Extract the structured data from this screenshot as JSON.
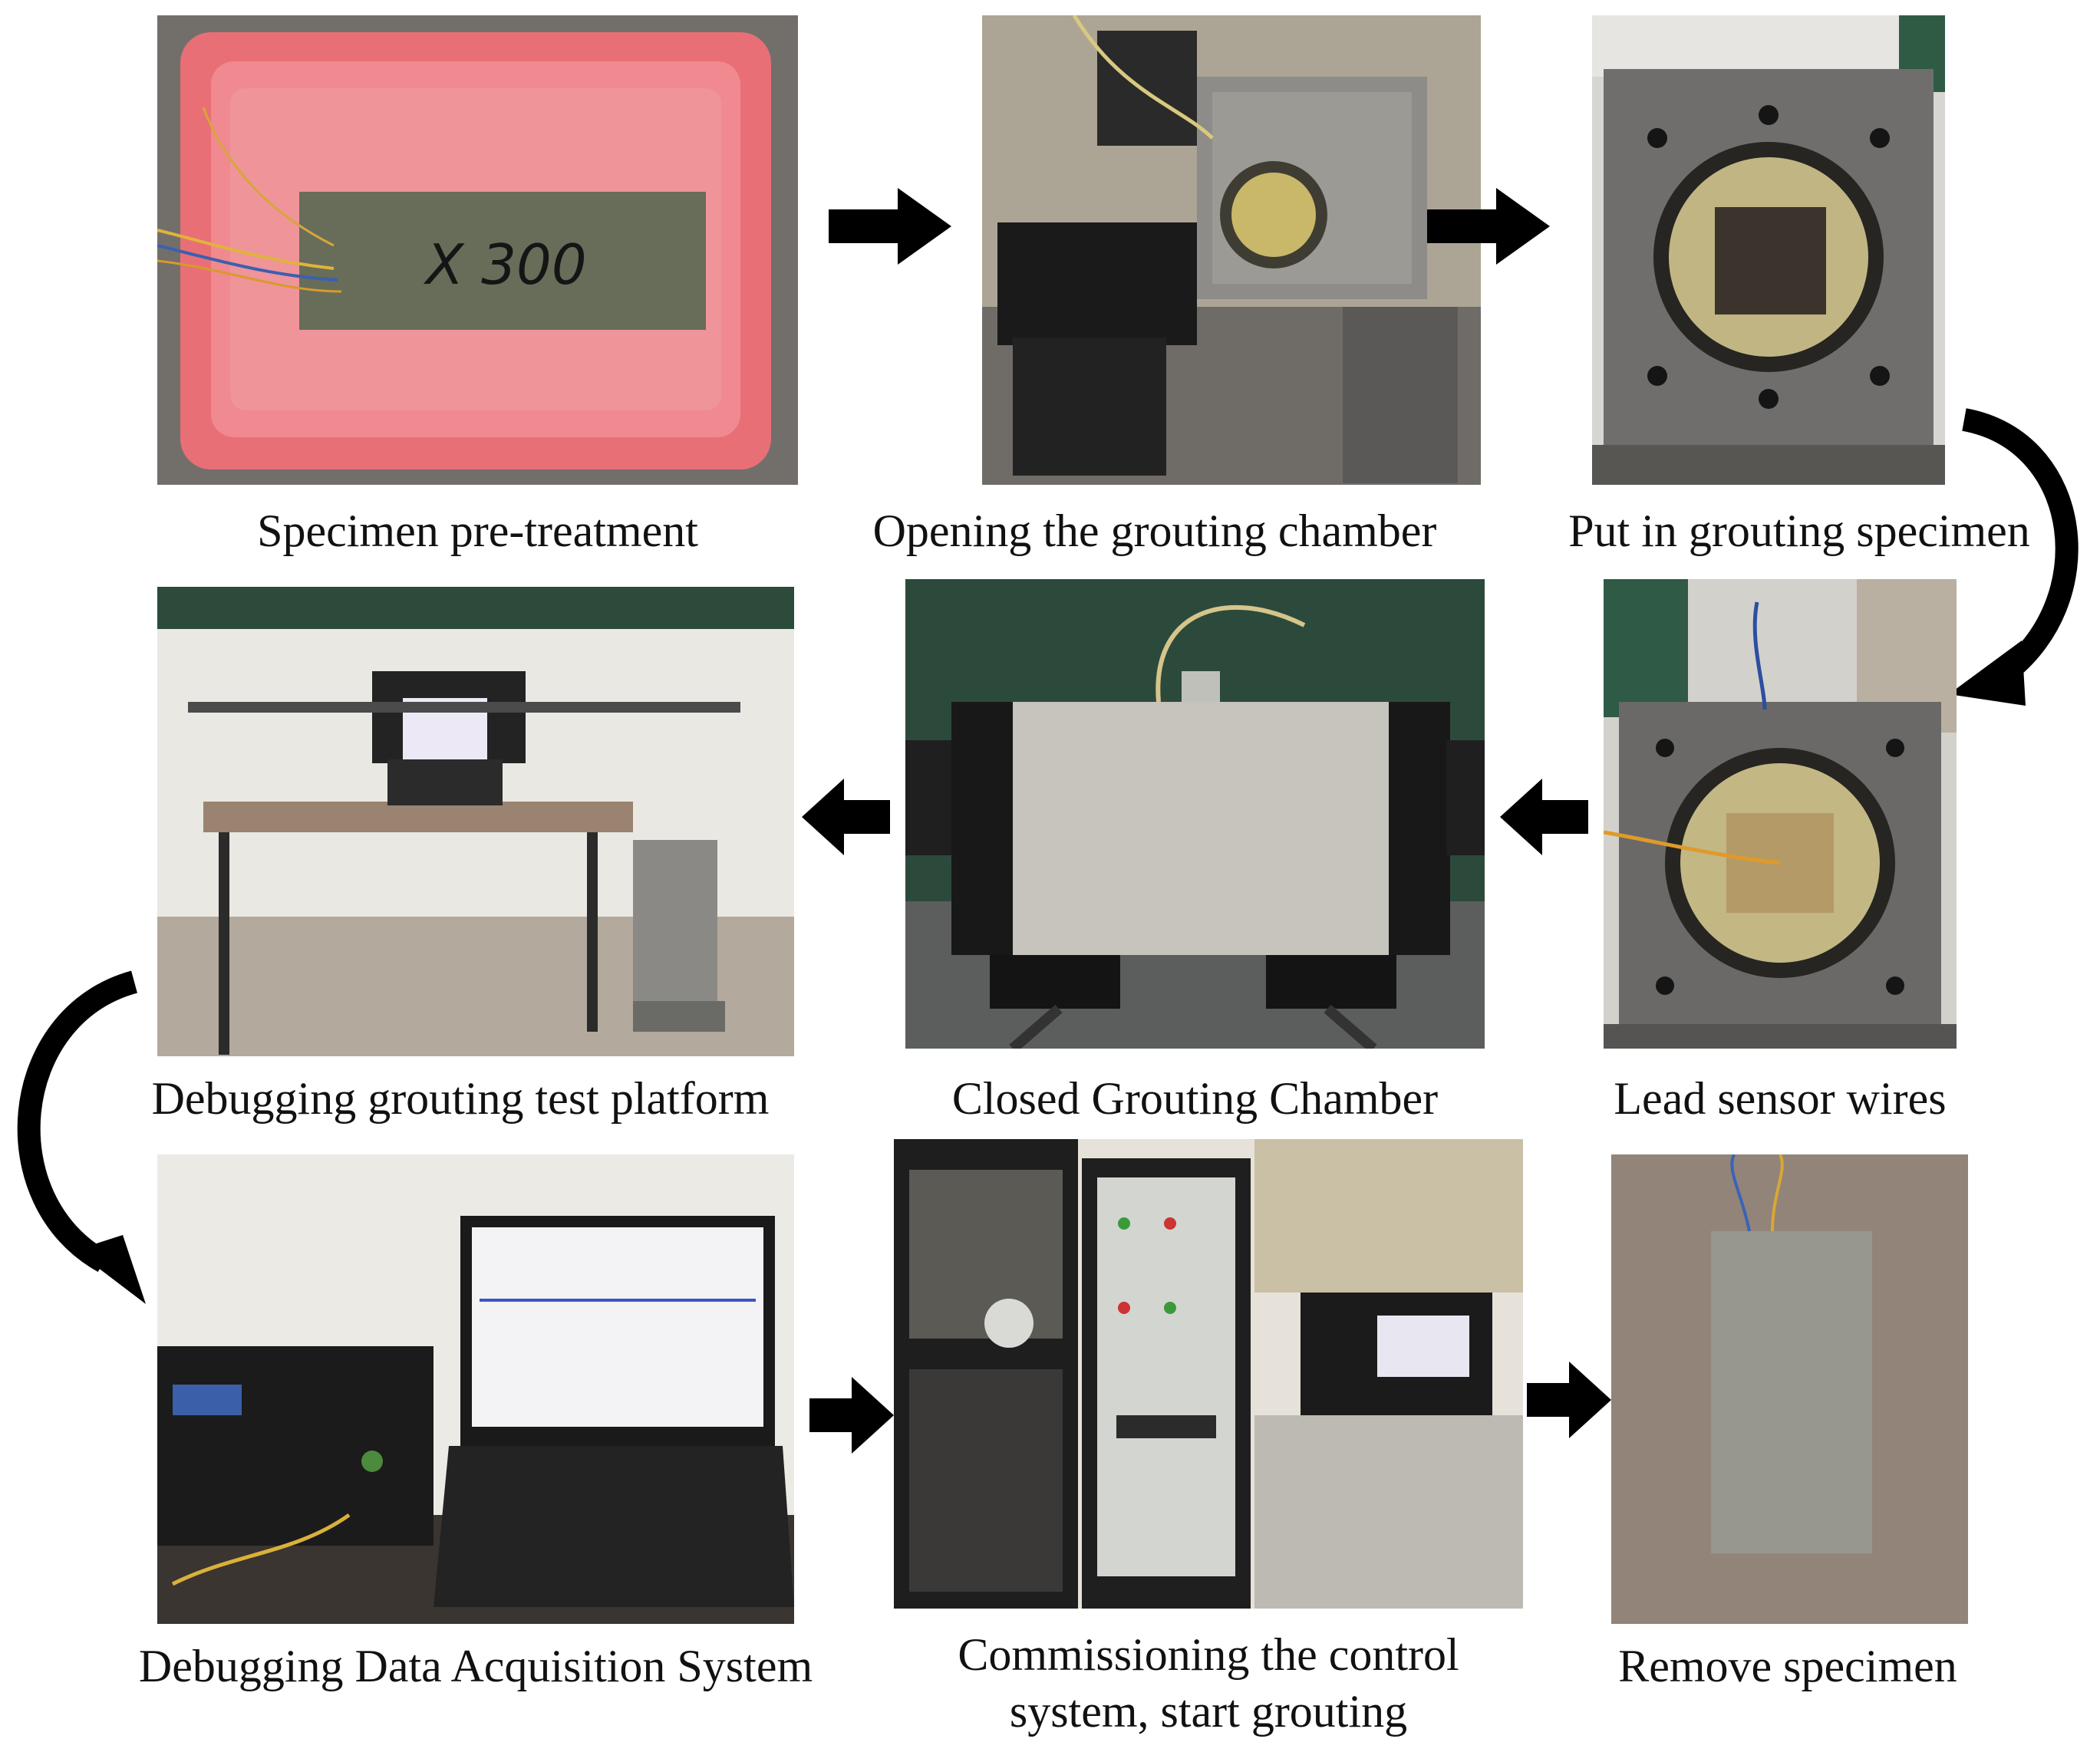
{
  "steps": [
    {
      "caption": "Specimen pre-treatment",
      "specimen_mark": "X 300"
    },
    {
      "caption": "Opening the grouting chamber"
    },
    {
      "caption": "Put in grouting specimen"
    },
    {
      "caption": "Lead sensor wires"
    },
    {
      "caption": "Closed Grouting Chamber"
    },
    {
      "caption": "Debugging grouting test platform"
    },
    {
      "caption": "Debugging Data Acquisition System"
    },
    {
      "caption_line1": "Commissioning the control",
      "caption_line2": "system, start grouting"
    },
    {
      "caption": "Remove specimen"
    }
  ],
  "arrows": [
    {
      "from": 1,
      "to": 2,
      "shape": "right"
    },
    {
      "from": 2,
      "to": 3,
      "shape": "right"
    },
    {
      "from": 3,
      "to": 4,
      "shape": "curved-down"
    },
    {
      "from": 4,
      "to": 5,
      "shape": "left"
    },
    {
      "from": 5,
      "to": 6,
      "shape": "left"
    },
    {
      "from": 6,
      "to": 7,
      "shape": "curved-down"
    },
    {
      "from": 7,
      "to": 8,
      "shape": "right"
    },
    {
      "from": 8,
      "to": 9,
      "shape": "right"
    }
  ],
  "colors": {
    "arrow": "#000000",
    "background": "#ffffff",
    "caption_text": "#111111"
  }
}
